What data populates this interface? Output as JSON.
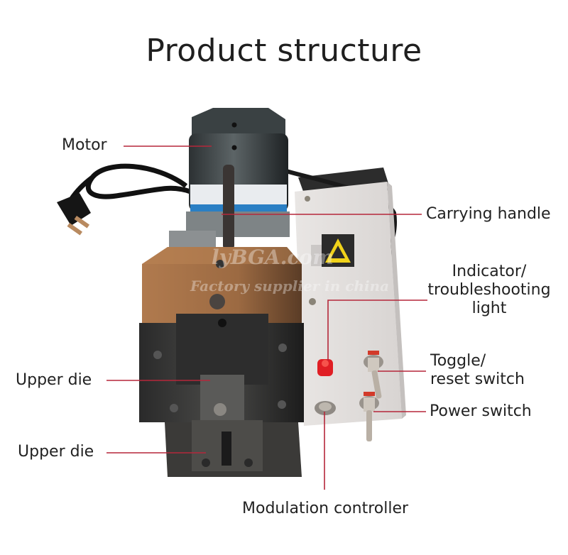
{
  "page": {
    "title": "Product structure",
    "watermark": {
      "line1": "lyBGA.com",
      "line2": "Factory supplier in china"
    },
    "leader_color": "#b5273a"
  },
  "callouts": [
    {
      "id": "motor",
      "label": "Motor"
    },
    {
      "id": "carrying-handle",
      "label": "Carrying handle"
    },
    {
      "id": "indicator-light",
      "label_lines": [
        "Indicator/",
        "troubleshooting",
        "light"
      ]
    },
    {
      "id": "toggle-reset-switch",
      "label_lines": [
        "Toggle/",
        "reset switch"
      ]
    },
    {
      "id": "power-switch",
      "label": "Power switch"
    },
    {
      "id": "upper-die-1",
      "label": "Upper die"
    },
    {
      "id": "upper-die-2",
      "label": "Upper die"
    },
    {
      "id": "modulation-controller",
      "label": "Modulation controller"
    }
  ]
}
